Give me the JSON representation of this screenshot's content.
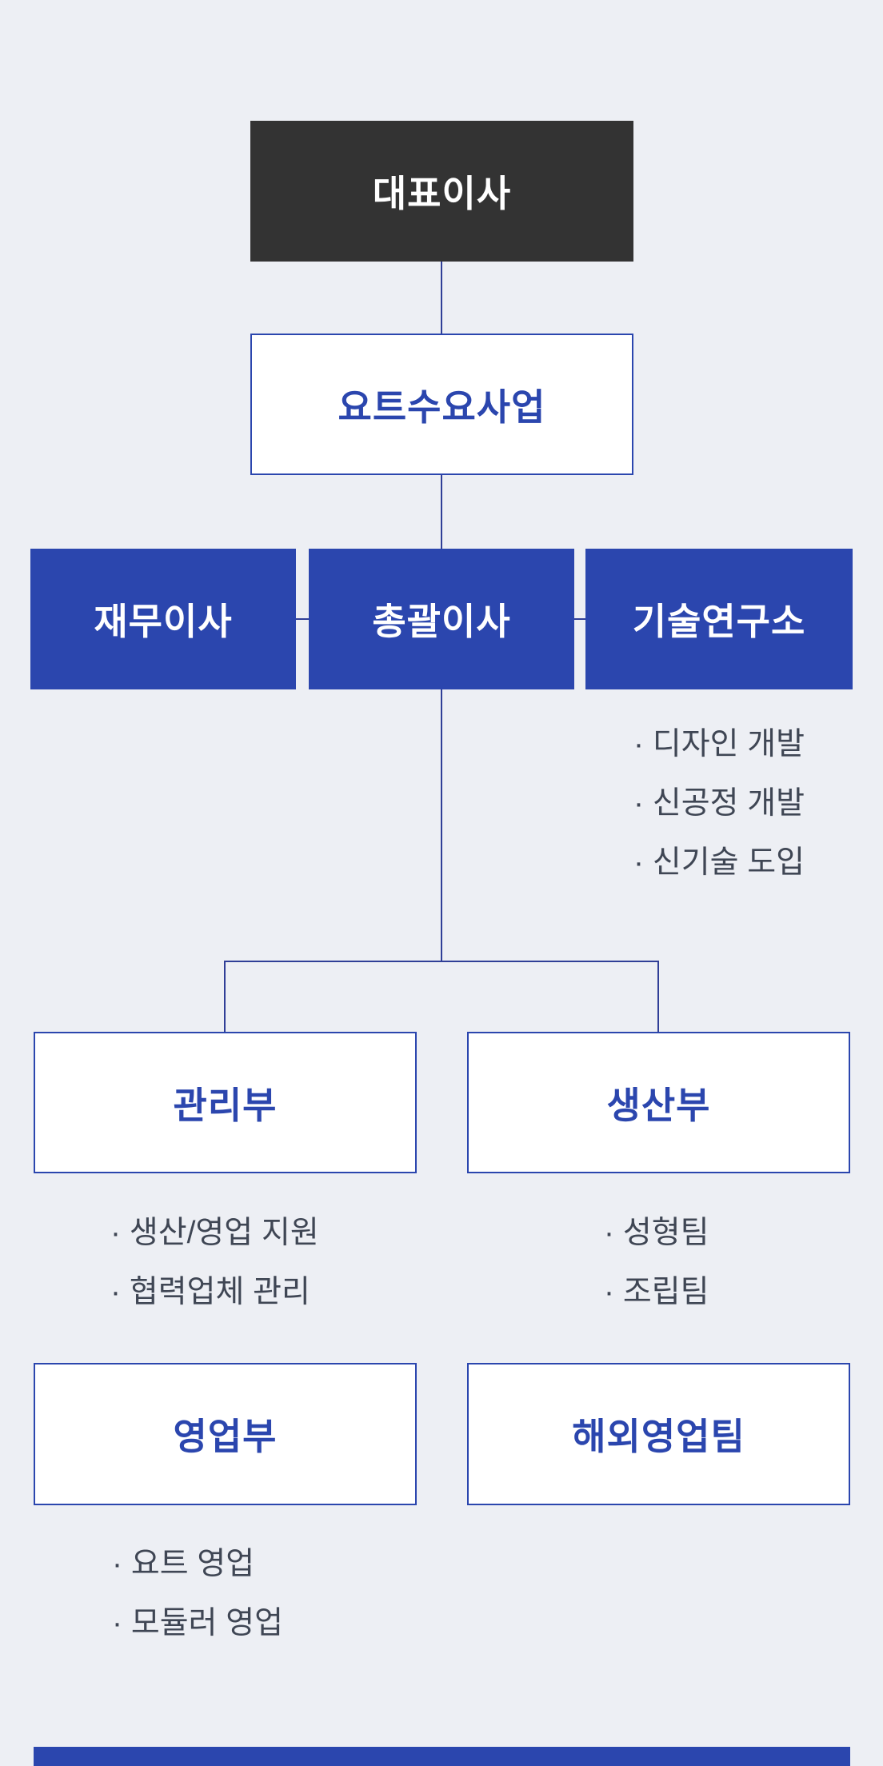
{
  "colors": {
    "background": "#edeff4",
    "dark_box": "#333333",
    "primary_blue": "#2b46ae",
    "line": "#303f97",
    "bullet_text": "#3f4654"
  },
  "nodes": {
    "ceo": {
      "label": "대표이사"
    },
    "business": {
      "label": "요트수요사업"
    },
    "finance_director": {
      "label": "재무이사"
    },
    "general_director": {
      "label": "총괄이사"
    },
    "tech_institute": {
      "label": "기술연구소",
      "bullets": [
        "· 디자인 개발",
        "· 신공정 개발",
        "· 신기술 도입"
      ]
    },
    "management_dept": {
      "label": "관리부",
      "bullets": [
        "· 생산/영업 지원",
        "· 협력업체 관리"
      ]
    },
    "production_dept": {
      "label": "생산부",
      "bullets": [
        "· 성형팀",
        "· 조립팀"
      ]
    },
    "sales_dept": {
      "label": "영업부",
      "bullets": [
        "· 요트 영업",
        "· 모듈러 영업"
      ]
    },
    "overseas_sales_team": {
      "label": "해외영업팀"
    }
  }
}
